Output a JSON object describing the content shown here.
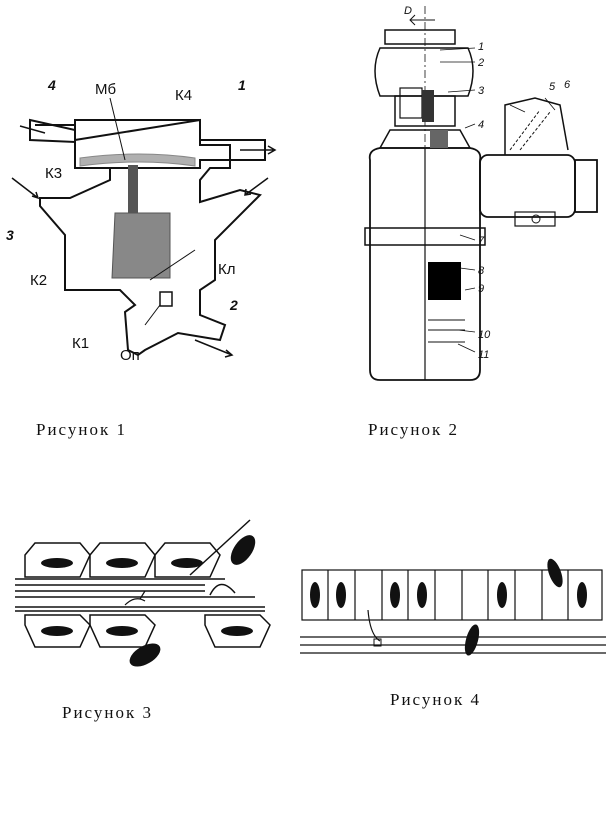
{
  "figures": [
    {
      "caption": "Рисунок 1",
      "labels": {
        "mb": "Мб",
        "k4": "К4",
        "k3": "К3",
        "k2": "К2",
        "k1": "К1",
        "kl": "Кл",
        "op": "Оп",
        "n4": "4",
        "n1": "1",
        "n3": "3",
        "n2": "2"
      }
    },
    {
      "caption": "Рисунок 2",
      "labels": {
        "d": "D",
        "n1": "1",
        "n2": "2",
        "n3": "3",
        "n4": "4",
        "n5": "5",
        "n6": "6",
        "n7": "7",
        "n8": "8",
        "n9": "9",
        "n10": "10",
        "n11": "11"
      }
    },
    {
      "caption": "Рисунок 3"
    },
    {
      "caption": "Рисунок 4"
    }
  ],
  "colors": {
    "line": "#111111",
    "valve": "#888888",
    "membrane": "#b0b0b0",
    "block": "#000000"
  }
}
